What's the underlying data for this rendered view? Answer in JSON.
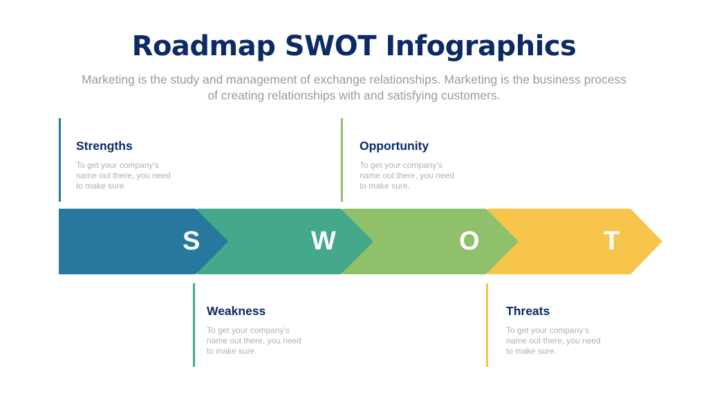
{
  "title": "Roadmap SWOT Infographics",
  "subtitle": "Marketing is the study and management of exchange relationships. Marketing is the business process of creating relationships with and satisfying customers.",
  "colors": {
    "title": "#0b2a66",
    "strengths": "#28789e",
    "weakness": "#43a98a",
    "opportunity": "#8fc06c",
    "threats": "#f8c54c"
  },
  "arrows": [
    {
      "letter": "S",
      "color": "#28789e"
    },
    {
      "letter": "W",
      "color": "#43a98a"
    },
    {
      "letter": "O",
      "color": "#8fc06c"
    },
    {
      "letter": "T",
      "color": "#f8c54c"
    }
  ],
  "cards": [
    {
      "heading": "Strengths",
      "body": "To get your company’s name out there, you need to make sure."
    },
    {
      "heading": "Weakness",
      "body": "To get your company’s name out there, you need to make sure."
    },
    {
      "heading": "Opportunity",
      "body": "To get your company’s name out there, you need to make sure."
    },
    {
      "heading": "Threats",
      "body": "To get your company’s name out there, you need to make sure."
    }
  ]
}
